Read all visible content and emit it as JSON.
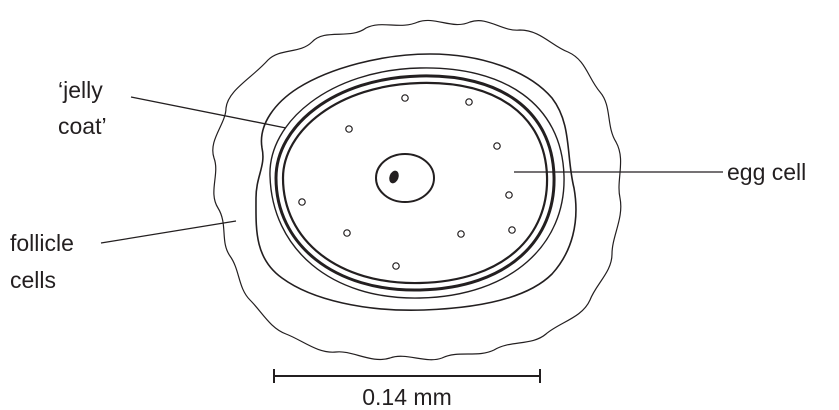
{
  "labels": {
    "jelly_coat_line1": "‘jelly",
    "jelly_coat_line2": "coat’",
    "egg_cell": "egg cell",
    "follicle_line1": "follicle",
    "follicle_line2": "cells"
  },
  "scale_bar": {
    "label": "0.14 mm"
  },
  "colors": {
    "ink": "#231f20",
    "background": "#ffffff"
  }
}
